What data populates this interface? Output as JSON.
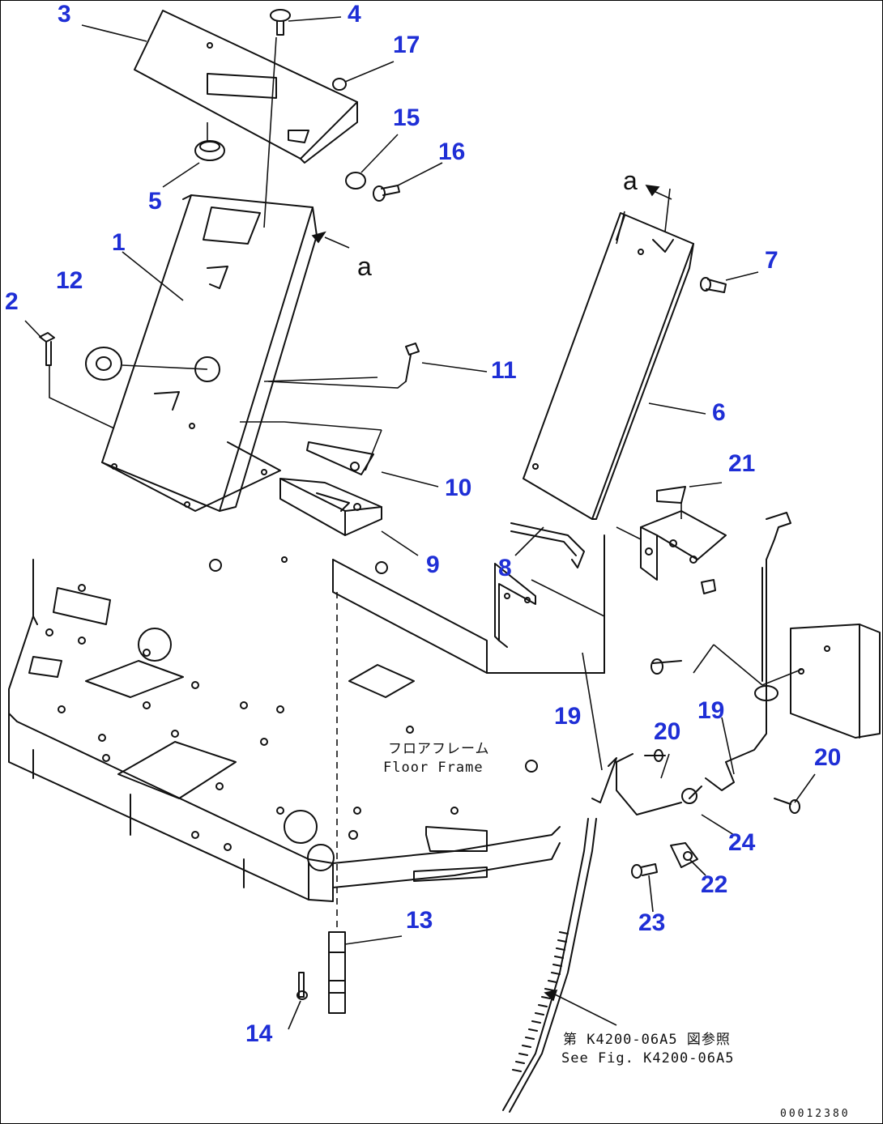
{
  "callouts": [
    {
      "id": "3",
      "label": "3"
    },
    {
      "id": "4",
      "label": "4"
    },
    {
      "id": "17",
      "label": "17"
    },
    {
      "id": "15",
      "label": "15"
    },
    {
      "id": "16",
      "label": "16"
    },
    {
      "id": "5",
      "label": "5"
    },
    {
      "id": "1",
      "label": "1"
    },
    {
      "id": "12",
      "label": "12"
    },
    {
      "id": "2",
      "label": "2"
    },
    {
      "id": "7",
      "label": "7"
    },
    {
      "id": "11",
      "label": "11"
    },
    {
      "id": "6",
      "label": "6"
    },
    {
      "id": "10",
      "label": "10"
    },
    {
      "id": "21",
      "label": "21"
    },
    {
      "id": "9",
      "label": "9"
    },
    {
      "id": "8",
      "label": "8"
    },
    {
      "id": "19a",
      "label": "19"
    },
    {
      "id": "20a",
      "label": "20"
    },
    {
      "id": "19b",
      "label": "19"
    },
    {
      "id": "20b",
      "label": "20"
    },
    {
      "id": "24",
      "label": "24"
    },
    {
      "id": "22",
      "label": "22"
    },
    {
      "id": "23",
      "label": "23"
    },
    {
      "id": "13",
      "label": "13"
    },
    {
      "id": "14",
      "label": "14"
    }
  ],
  "view_markers": {
    "top": "a",
    "left": "a"
  },
  "floor_frame": {
    "jp": "フロアフレーム",
    "en": "Floor Frame"
  },
  "reference": {
    "jp": "第 K4200-06A5 図参照",
    "en": "See Fig. K4200-06A5"
  },
  "drawing_code": "00012380",
  "colors": {
    "callout": "#1f2fd6",
    "line": "#111111"
  }
}
